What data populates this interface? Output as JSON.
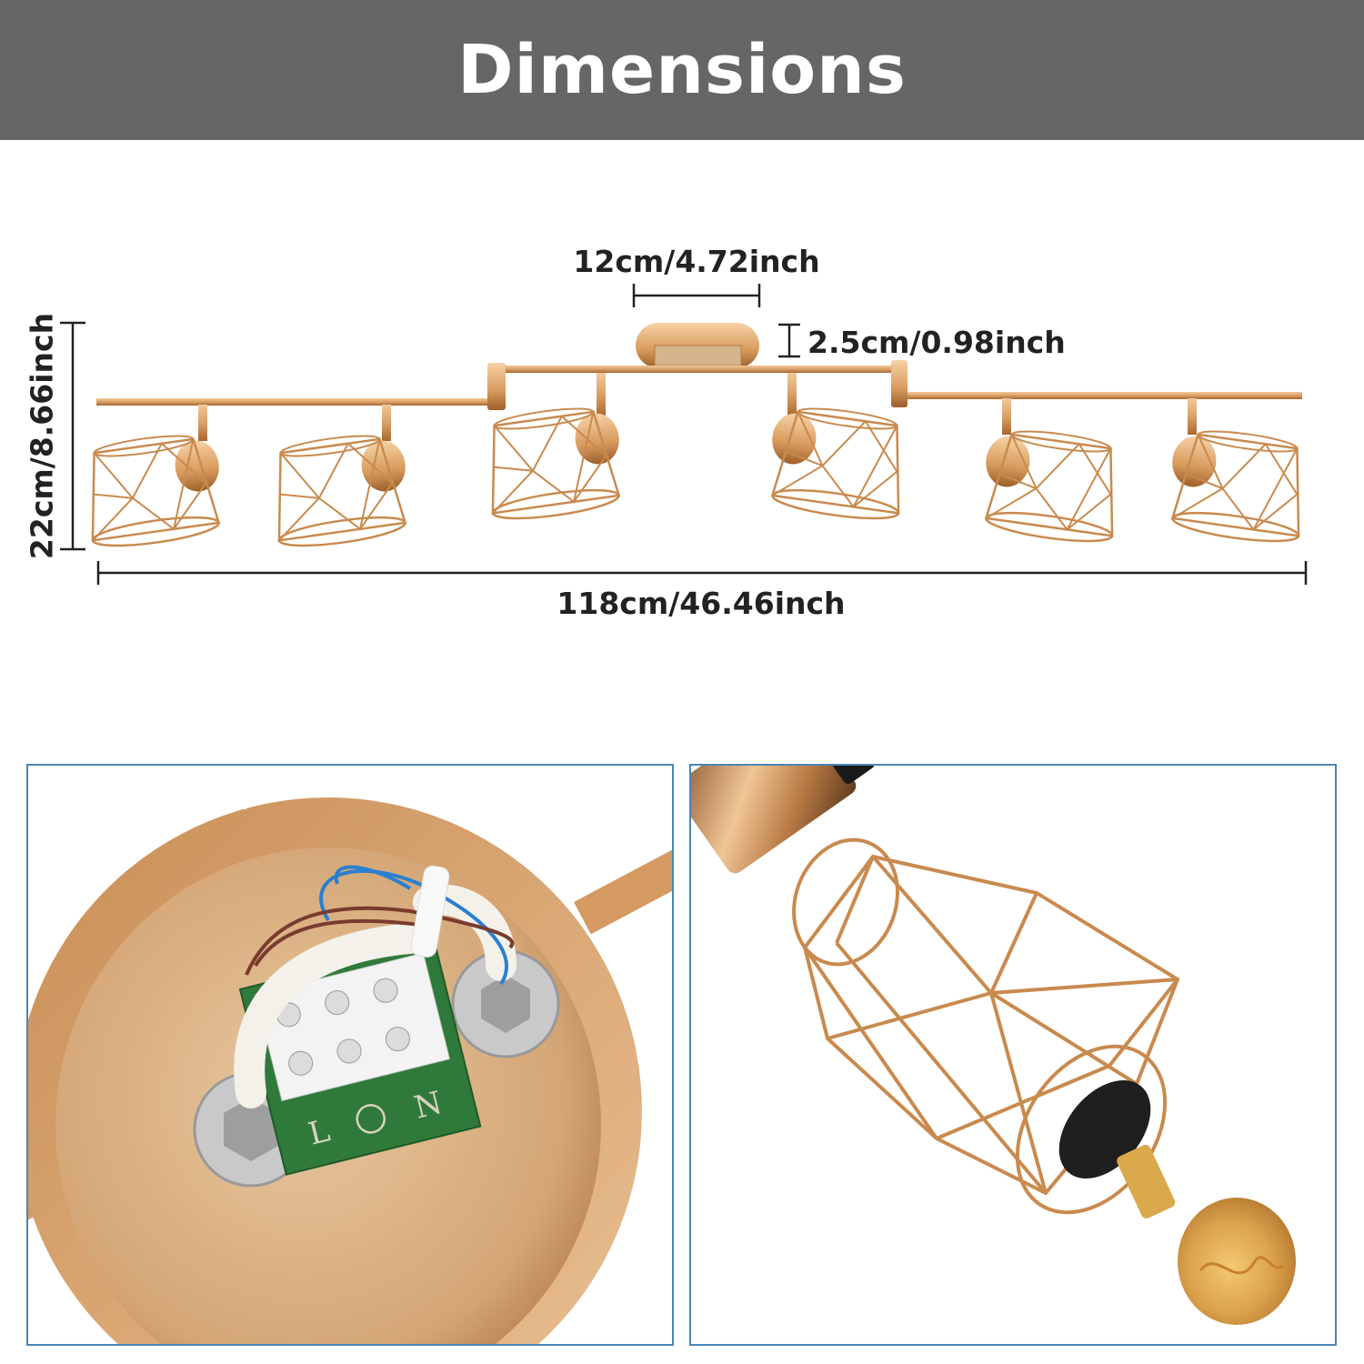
{
  "header": {
    "title": "Dimensions"
  },
  "dimensions": {
    "canopy_width": "12cm/4.72inch",
    "canopy_height": "2.5cm/0.98inch",
    "total_height": "22cm/8.66inch",
    "total_width": "118cm/46.46inch"
  },
  "terminal_labels": {
    "live": "L",
    "neutral": "N"
  },
  "colors": {
    "header_bg": "#666666",
    "gold": "#d9a066",
    "gold_dark": "#b8763c",
    "panel_border": "#4a86b8",
    "board_green": "#2f7a3a",
    "wire_brown": "#7a3b2e",
    "wire_blue": "#2a7fd0"
  }
}
